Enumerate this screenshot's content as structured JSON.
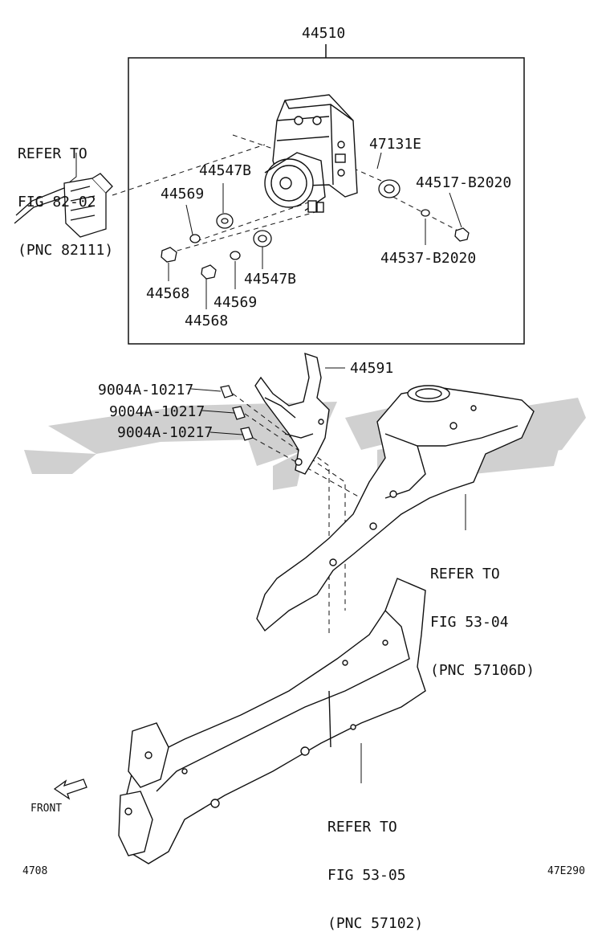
{
  "colors": {
    "line": "#111111",
    "watermark": "#d0d0d0",
    "background": "#ffffff"
  },
  "labels": {
    "assembly": "44510",
    "refer_82": [
      "REFER TO",
      "FIG 82-02",
      "(PNC 82111)"
    ],
    "p47131e": "47131E",
    "p44547b_top": "44547B",
    "p44569_top": "44569",
    "p44517": "44517-B2020",
    "p44537": "44537-B2020",
    "p44568_left": "44568",
    "p44547b_bottom": "44547B",
    "p44569_bottom": "44569",
    "p44568_bottom": "44568",
    "p44591": "44591",
    "bolt_1": "9004A-10217",
    "bolt_2": "9004A-10217",
    "bolt_3": "9004A-10217",
    "refer_53_04": [
      "REFER TO",
      "FIG 53-04",
      "(PNC 57106D)"
    ],
    "refer_53_05": [
      "REFER TO",
      "FIG 53-05",
      "(PNC 57102)"
    ],
    "front": "FRONT",
    "page_left": "4708",
    "page_right": "47E290"
  }
}
